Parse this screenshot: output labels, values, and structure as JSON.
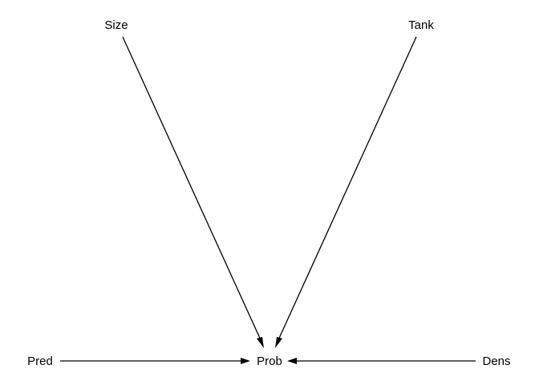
{
  "diagram": {
    "nodes": {
      "size": "Size",
      "tank": "Tank",
      "pred": "Pred",
      "prob": "Prob",
      "dens": "Dens"
    },
    "edges": [
      {
        "from": "Size",
        "to": "Prob"
      },
      {
        "from": "Tank",
        "to": "Prob"
      },
      {
        "from": "Pred",
        "to": "Prob"
      },
      {
        "from": "Dens",
        "to": "Prob"
      }
    ]
  }
}
